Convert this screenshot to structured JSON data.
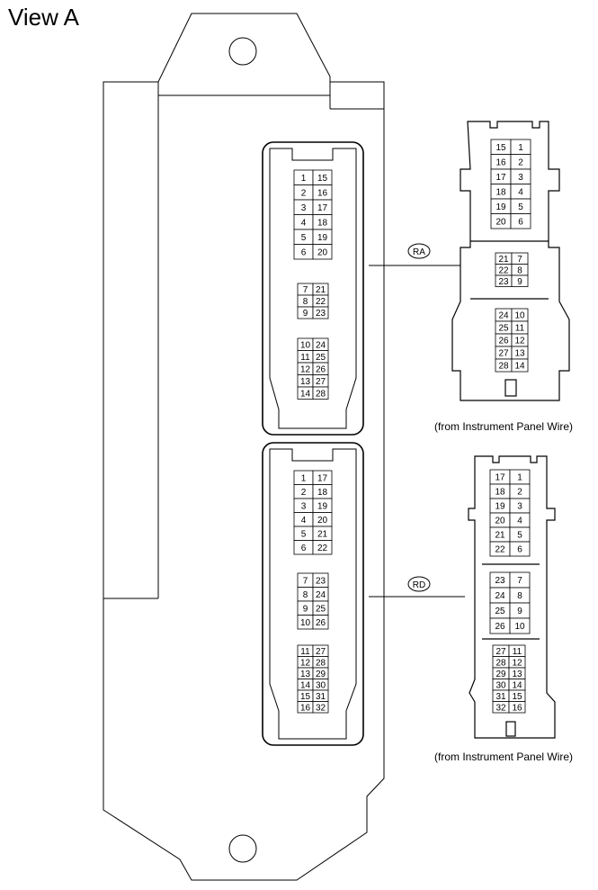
{
  "title": "View A",
  "connectors": [
    {
      "id": "RA",
      "label": "RA",
      "caption": "(from Instrument Panel Wire)",
      "ecu_side_blocks": [
        {
          "rows": [
            [
              "1",
              "15"
            ],
            [
              "2",
              "16"
            ],
            [
              "3",
              "17"
            ],
            [
              "4",
              "18"
            ],
            [
              "5",
              "19"
            ],
            [
              "6",
              "20"
            ]
          ]
        },
        {
          "rows": [
            [
              "7",
              "21"
            ],
            [
              "8",
              "22"
            ],
            [
              "9",
              "23"
            ]
          ]
        },
        {
          "rows": [
            [
              "10",
              "24"
            ],
            [
              "11",
              "25"
            ],
            [
              "12",
              "26"
            ],
            [
              "13",
              "27"
            ],
            [
              "14",
              "28"
            ]
          ]
        }
      ],
      "harness_side_blocks": [
        {
          "rows": [
            [
              "15",
              "1"
            ],
            [
              "16",
              "2"
            ],
            [
              "17",
              "3"
            ],
            [
              "18",
              "4"
            ],
            [
              "19",
              "5"
            ],
            [
              "20",
              "6"
            ]
          ]
        },
        {
          "rows": [
            [
              "21",
              "7"
            ],
            [
              "22",
              "8"
            ],
            [
              "23",
              "9"
            ]
          ]
        },
        {
          "rows": [
            [
              "24",
              "10"
            ],
            [
              "25",
              "11"
            ],
            [
              "26",
              "12"
            ],
            [
              "27",
              "13"
            ],
            [
              "28",
              "14"
            ]
          ]
        }
      ]
    },
    {
      "id": "RD",
      "label": "RD",
      "caption": "(from Instrument Panel Wire)",
      "ecu_side_blocks": [
        {
          "rows": [
            [
              "1",
              "17"
            ],
            [
              "2",
              "18"
            ],
            [
              "3",
              "19"
            ],
            [
              "4",
              "20"
            ],
            [
              "5",
              "21"
            ],
            [
              "6",
              "22"
            ]
          ]
        },
        {
          "rows": [
            [
              "7",
              "23"
            ],
            [
              "8",
              "24"
            ],
            [
              "9",
              "25"
            ],
            [
              "10",
              "26"
            ]
          ]
        },
        {
          "rows": [
            [
              "11",
              "27"
            ],
            [
              "12",
              "28"
            ],
            [
              "13",
              "29"
            ],
            [
              "14",
              "30"
            ],
            [
              "15",
              "31"
            ],
            [
              "16",
              "32"
            ]
          ]
        }
      ],
      "harness_side_blocks": [
        {
          "rows": [
            [
              "17",
              "1"
            ],
            [
              "18",
              "2"
            ],
            [
              "19",
              "3"
            ],
            [
              "20",
              "4"
            ],
            [
              "21",
              "5"
            ],
            [
              "22",
              "6"
            ]
          ]
        },
        {
          "rows": [
            [
              "23",
              "7"
            ],
            [
              "24",
              "8"
            ],
            [
              "25",
              "9"
            ],
            [
              "26",
              "10"
            ]
          ]
        },
        {
          "rows": [
            [
              "27",
              "11"
            ],
            [
              "28",
              "12"
            ],
            [
              "29",
              "13"
            ],
            [
              "30",
              "14"
            ],
            [
              "31",
              "15"
            ],
            [
              "32",
              "16"
            ]
          ]
        }
      ]
    }
  ]
}
